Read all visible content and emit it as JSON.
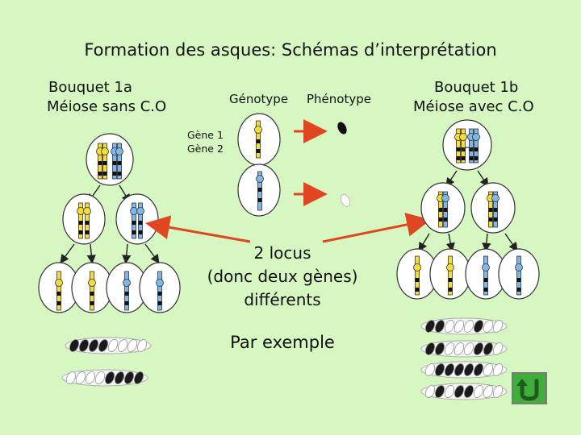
{
  "title": "Formation des asques: Schémas d’interprétation",
  "bouquet_1a": {
    "line1": "Bouquet 1a",
    "line2": "Méiose sans C.O"
  },
  "bouquet_1b": {
    "line1": "Bouquet 1b",
    "line2": "Méiose avec C.O"
  },
  "legend": {
    "genotype": "Génotype",
    "phenotype": "Phénotype",
    "gene1": "Gène 1",
    "gene2": "Gène 2"
  },
  "center": {
    "line1": "2 locus",
    "line2": "(donc deux gènes)",
    "line3": "différents"
  },
  "example": "Par exemple",
  "colors": {
    "background": "#d6f7c2",
    "yellow_chromosome": "#f4dc3c",
    "blue_chromosome": "#7fb8e8",
    "arrow": "#e0461f",
    "button": "#3fae3a"
  },
  "icons": {
    "back_button": "u-turn-arrow-icon"
  }
}
